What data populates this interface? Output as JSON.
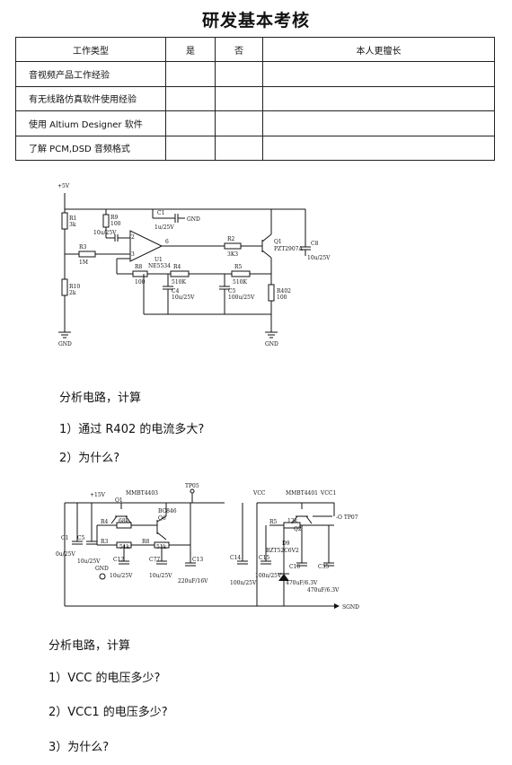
{
  "title": "研发基本考核",
  "table": {
    "headers": [
      "工作类型",
      "是",
      "否",
      "本人更擅长"
    ],
    "rows": [
      "音视频产品工作经验",
      "有无线路仿真软件使用经验",
      "使用 Altium Designer 软件",
      "了解 PCM,DSD 音频格式"
    ]
  },
  "section1": {
    "heading": "分析电路，计算",
    "questions": [
      "1）通过 R402 的电流多大?",
      "2）为什么?"
    ],
    "labels": {
      "vplus": "+5V",
      "gnd_left": "GND",
      "gnd_right": "GND",
      "r1": "R1",
      "r1v": "3k",
      "r9": "R9",
      "r9v": "100",
      "cin": "10u/25V",
      "c1": "C1",
      "c1v": "1u/25V",
      "c1gnd": "GND",
      "r3": "R3",
      "r3v": "1M",
      "r10": "R10",
      "r10v": "2k",
      "pin2": "2",
      "pin3": "3",
      "pin6": "6",
      "u1": "U1",
      "u1v": "NE5534",
      "r8": "R8",
      "r8v": "100",
      "r2": "R2",
      "r2v": "3K3",
      "q1": "Q1",
      "q1v": "PZT2907A",
      "c8": "C8",
      "c8v": "10u/25V",
      "r4": "R4",
      "r4v": "510K",
      "r5": "R5",
      "r5v": "510K",
      "c4": "C4",
      "c4v": "10u/25V",
      "c5": "C5",
      "c5v": "100u/25V",
      "r402": "R402",
      "r402v": "100"
    }
  },
  "section2": {
    "heading": "分析电路，计算",
    "questions": [
      "1）VCC 的电压多少?",
      "2）VCC1 的电压多少?",
      "3）为什么?"
    ],
    "labels": {
      "p15": "+15V",
      "mmbt4403": "MMBT4403",
      "q1": "Q1",
      "tp05": "TP05",
      "vcc": "VCC",
      "mmbt4401": "MMBT4401",
      "vcc1": "VCC1",
      "tp07": "-O TP07",
      "bc846": "BC846",
      "q6": "Q6",
      "r4": "R4",
      "r4v": "68k",
      "r5": "R5",
      "r5v": "12k",
      "q2": "Q2",
      "r3": "R3",
      "r3v": "51k",
      "r8": "R8",
      "r8v": "51k",
      "d9": "D9",
      "d9v": "BZT52C6V2",
      "c1": "C1",
      "c1v": "0u/25V",
      "c5": "C5",
      "c5v": "10u/25V",
      "c12": "C12",
      "c12v": "10u/25V",
      "c77": "C77",
      "c77v": "10u/25V",
      "c13": "C13",
      "c13v": "220uF/16V",
      "c14": "C14",
      "c14v": "100n/25V",
      "c15": "C15",
      "c15v": "100n/25V",
      "c16": "C16",
      "c16v": "470uF/6.3V",
      "c35": "C35",
      "c35v": "470uF/6.3V",
      "gnd": "GND",
      "sgnd": "SGND"
    }
  }
}
